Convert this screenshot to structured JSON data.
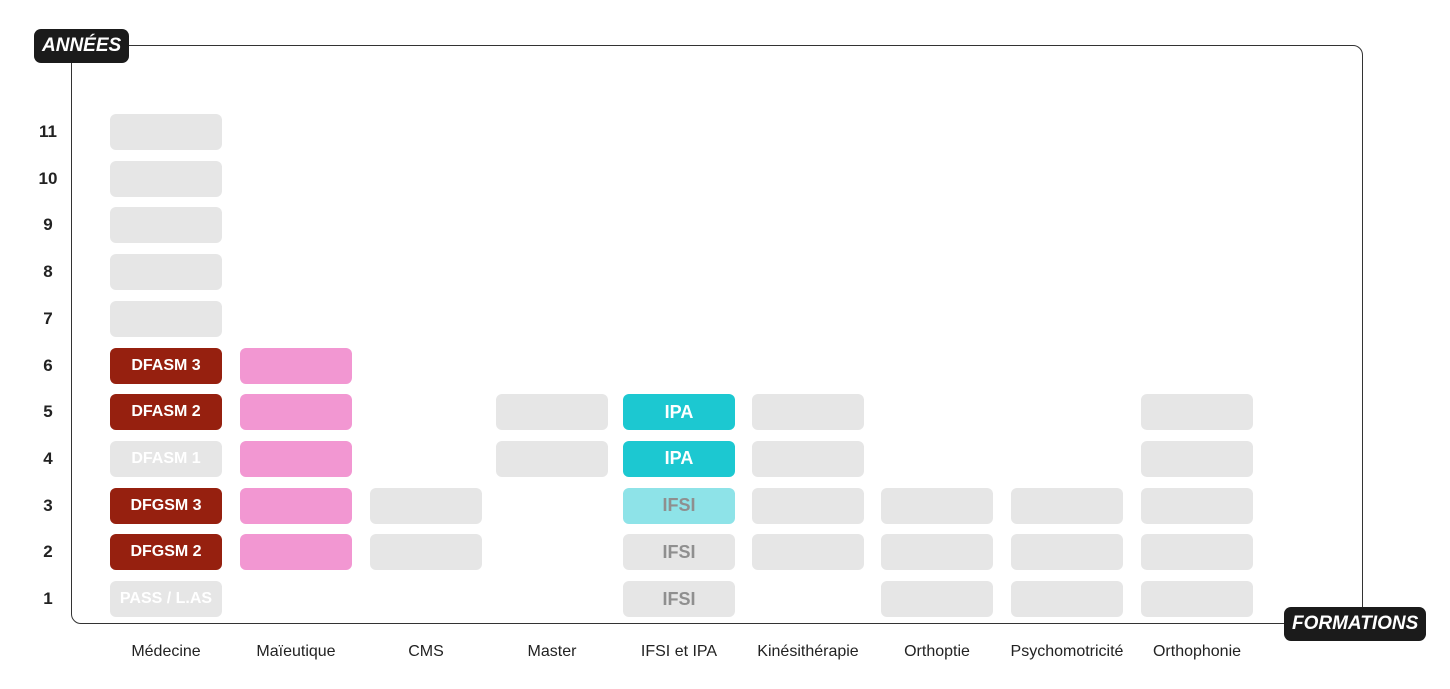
{
  "axis": {
    "y_title": "ANNÉES",
    "x_title": "FORMATIONS"
  },
  "years": [
    "1",
    "2",
    "3",
    "4",
    "5",
    "6",
    "7",
    "8",
    "9",
    "10",
    "11"
  ],
  "colors": {
    "grey": "#e6e6e6",
    "dark_red": "#96200f",
    "pink": "#f297d2",
    "teal": "#1cc8d1",
    "light_teal": "#8ee3e8",
    "white_text": "#ffffff",
    "grey_text": "#8f8f8f"
  },
  "formations": [
    {
      "label": "Médecine",
      "cells": [
        {
          "year": 1,
          "text": "PASS / L.AS",
          "style": "grey_white"
        },
        {
          "year": 2,
          "text": "DFGSM 2",
          "style": "dark_red"
        },
        {
          "year": 3,
          "text": "DFGSM 3",
          "style": "dark_red"
        },
        {
          "year": 4,
          "text": "DFASM 1",
          "style": "grey_white"
        },
        {
          "year": 5,
          "text": "DFASM 2",
          "style": "dark_red"
        },
        {
          "year": 6,
          "text": "DFASM 3",
          "style": "dark_red"
        },
        {
          "year": 7,
          "text": "",
          "style": "grey"
        },
        {
          "year": 8,
          "text": "",
          "style": "grey"
        },
        {
          "year": 9,
          "text": "",
          "style": "grey"
        },
        {
          "year": 10,
          "text": "",
          "style": "grey"
        },
        {
          "year": 11,
          "text": "",
          "style": "grey"
        }
      ]
    },
    {
      "label": "Maïeutique",
      "cells": [
        {
          "year": 2,
          "text": "",
          "style": "pink"
        },
        {
          "year": 3,
          "text": "",
          "style": "pink"
        },
        {
          "year": 4,
          "text": "",
          "style": "pink"
        },
        {
          "year": 5,
          "text": "",
          "style": "pink"
        },
        {
          "year": 6,
          "text": "",
          "style": "pink"
        }
      ]
    },
    {
      "label": "CMS",
      "cells": [
        {
          "year": 2,
          "text": "",
          "style": "grey"
        },
        {
          "year": 3,
          "text": "",
          "style": "grey"
        }
      ]
    },
    {
      "label": "Master",
      "cells": [
        {
          "year": 4,
          "text": "",
          "style": "grey"
        },
        {
          "year": 5,
          "text": "",
          "style": "grey"
        }
      ]
    },
    {
      "label": "IFSI et IPA",
      "cells": [
        {
          "year": 1,
          "text": "IFSI",
          "style": "grey_text"
        },
        {
          "year": 2,
          "text": "IFSI",
          "style": "grey_text"
        },
        {
          "year": 3,
          "text": "IFSI",
          "style": "light_teal"
        },
        {
          "year": 4,
          "text": "IPA",
          "style": "teal"
        },
        {
          "year": 5,
          "text": "IPA",
          "style": "teal"
        }
      ]
    },
    {
      "label": "Kinésithérapie",
      "cells": [
        {
          "year": 2,
          "text": "",
          "style": "grey"
        },
        {
          "year": 3,
          "text": "",
          "style": "grey"
        },
        {
          "year": 4,
          "text": "",
          "style": "grey"
        },
        {
          "year": 5,
          "text": "",
          "style": "grey"
        }
      ]
    },
    {
      "label": "Orthoptie",
      "cells": [
        {
          "year": 1,
          "text": "",
          "style": "grey"
        },
        {
          "year": 2,
          "text": "",
          "style": "grey"
        },
        {
          "year": 3,
          "text": "",
          "style": "grey"
        }
      ]
    },
    {
      "label": "Psychomotricité",
      "cells": [
        {
          "year": 1,
          "text": "",
          "style": "grey"
        },
        {
          "year": 2,
          "text": "",
          "style": "grey"
        },
        {
          "year": 3,
          "text": "",
          "style": "grey"
        }
      ]
    },
    {
      "label": "Orthophonie",
      "cells": [
        {
          "year": 1,
          "text": "",
          "style": "grey"
        },
        {
          "year": 2,
          "text": "",
          "style": "grey"
        },
        {
          "year": 3,
          "text": "",
          "style": "grey"
        },
        {
          "year": 4,
          "text": "",
          "style": "grey"
        },
        {
          "year": 5,
          "text": "",
          "style": "grey"
        }
      ]
    }
  ]
}
